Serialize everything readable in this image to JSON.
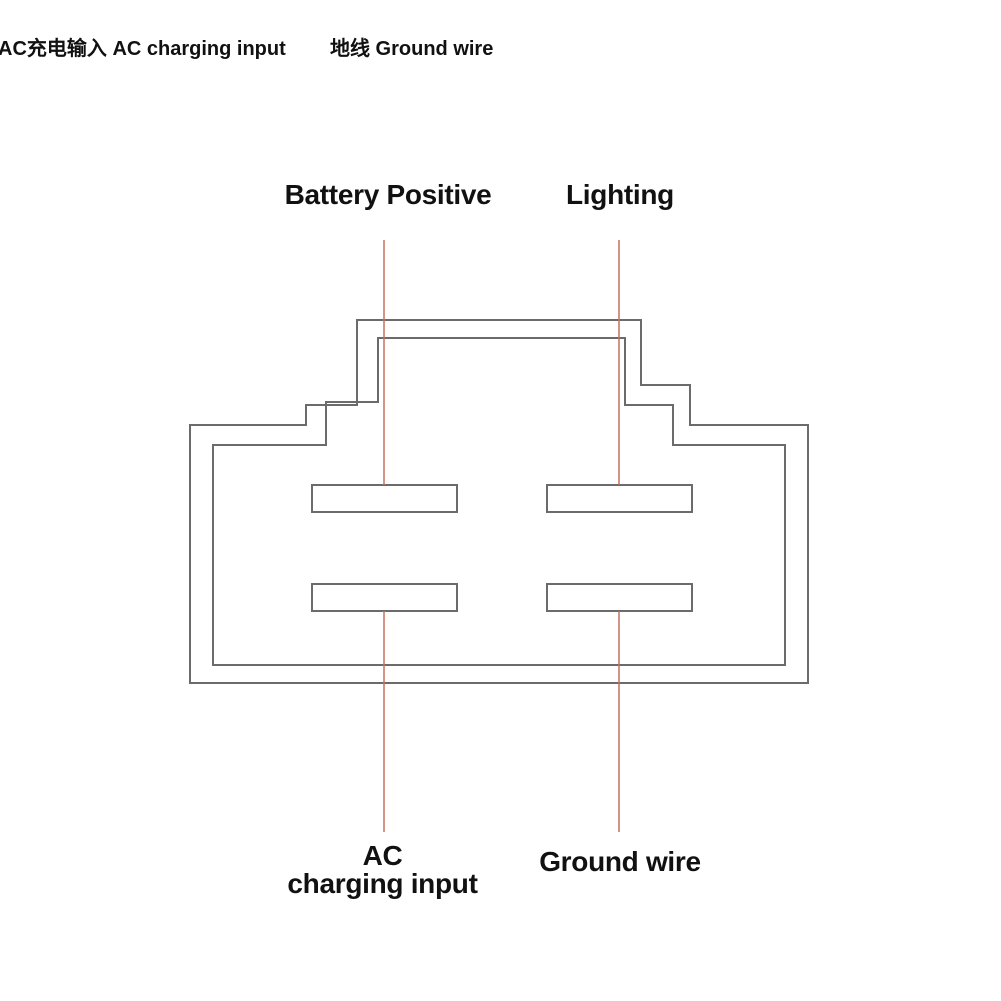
{
  "captions": {
    "ac_charging": "AC充电输入 AC charging input",
    "ground": "地线 Ground wire"
  },
  "terminals": {
    "battery_positive": "Battery Positive",
    "lighting": "Lighting",
    "ac_line1": "AC",
    "ac_line2": "charging input",
    "ground_wire": "Ground wire"
  },
  "colors": {
    "outline": "#6b6b6b",
    "wire": "#c9705f"
  }
}
